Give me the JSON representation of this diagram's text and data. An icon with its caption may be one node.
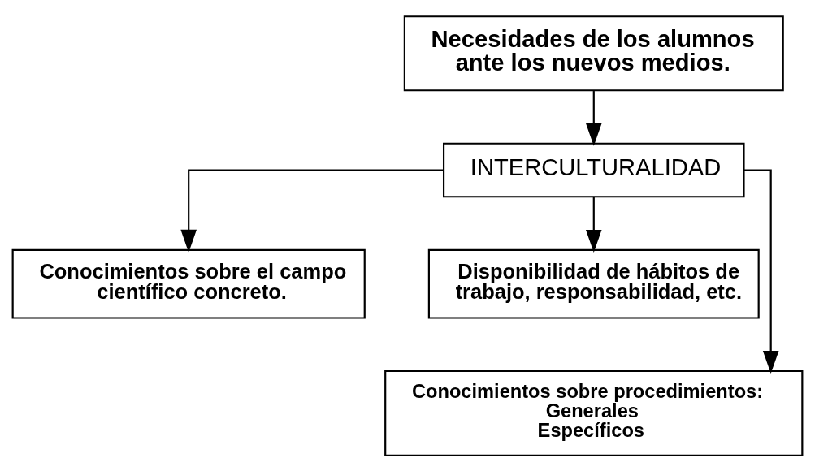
{
  "diagram": {
    "nodes": [
      {
        "text": [
          "Necesidades de los alumnos ante los nuevos medios."
        ]
      },
      {
        "text": [
          "INTERCULTURALIDAD"
        ]
      },
      {
        "text": [
          "Conocimientos sobre el campo científico concreto."
        ]
      },
      {
        "text": [
          "Disponibilidad de hábitos de trabajo, responsabilidad, etc."
        ]
      },
      {
        "text": [
          "Conocimientos sobre procedimientos:",
          "Generales",
          "Específicos"
        ]
      }
    ],
    "edges": [
      {
        "from": 0,
        "to": 1,
        "arrow": "to"
      },
      {
        "from": 1,
        "to": 2,
        "arrow": "to"
      },
      {
        "from": 1,
        "to": 3,
        "arrow": "to"
      },
      {
        "from": 1,
        "to": 4,
        "arrow": "to"
      }
    ]
  }
}
